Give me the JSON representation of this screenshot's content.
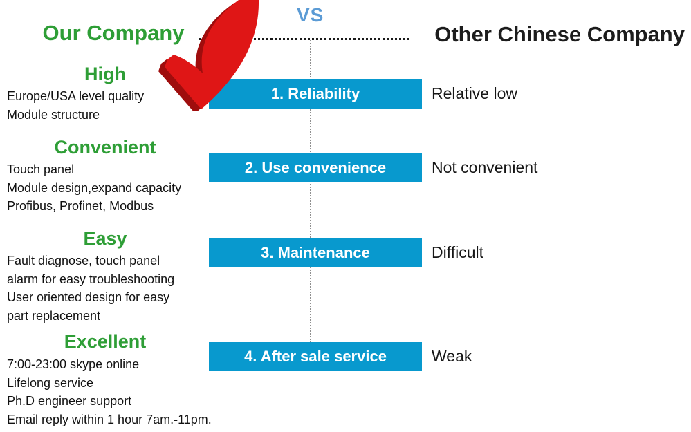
{
  "header": {
    "left_title": "Our Company",
    "vs": "VS",
    "right_title": "Other Chinese Company"
  },
  "icons": {
    "check": "red-checkmark"
  },
  "colors": {
    "green": "#2e9e36",
    "bar_blue": "#0899ce",
    "vs_blue": "#5b9bd5",
    "check_red": "#df1616",
    "check_red_dark": "#9f0d0d",
    "text_black": "#1c1c1c"
  },
  "rows": [
    {
      "left_heading": "High",
      "left_lines": [
        "Europe/USA level quality",
        "Module structure"
      ],
      "bar_label": "1. Reliability",
      "right_label": "Relative low"
    },
    {
      "left_heading": "Convenient",
      "left_lines": [
        "Touch panel",
        "Module design,expand capacity",
        "Profibus, Profinet, Modbus"
      ],
      "bar_label": "2. Use convenience",
      "right_label": "Not convenient"
    },
    {
      "left_heading": "Easy",
      "left_lines": [
        "Fault diagnose, touch panel",
        "alarm for easy troubleshooting",
        "User oriented design for easy",
        "part replacement"
      ],
      "bar_label": "3. Maintenance",
      "right_label": "Difficult"
    },
    {
      "left_heading": "Excellent",
      "left_lines": [
        "7:00-23:00 skype online",
        "Lifelong service",
        "Ph.D engineer support",
        "Email reply within 1 hour 7am.-11pm."
      ],
      "bar_label": "4. After sale service",
      "right_label": "Weak"
    }
  ]
}
